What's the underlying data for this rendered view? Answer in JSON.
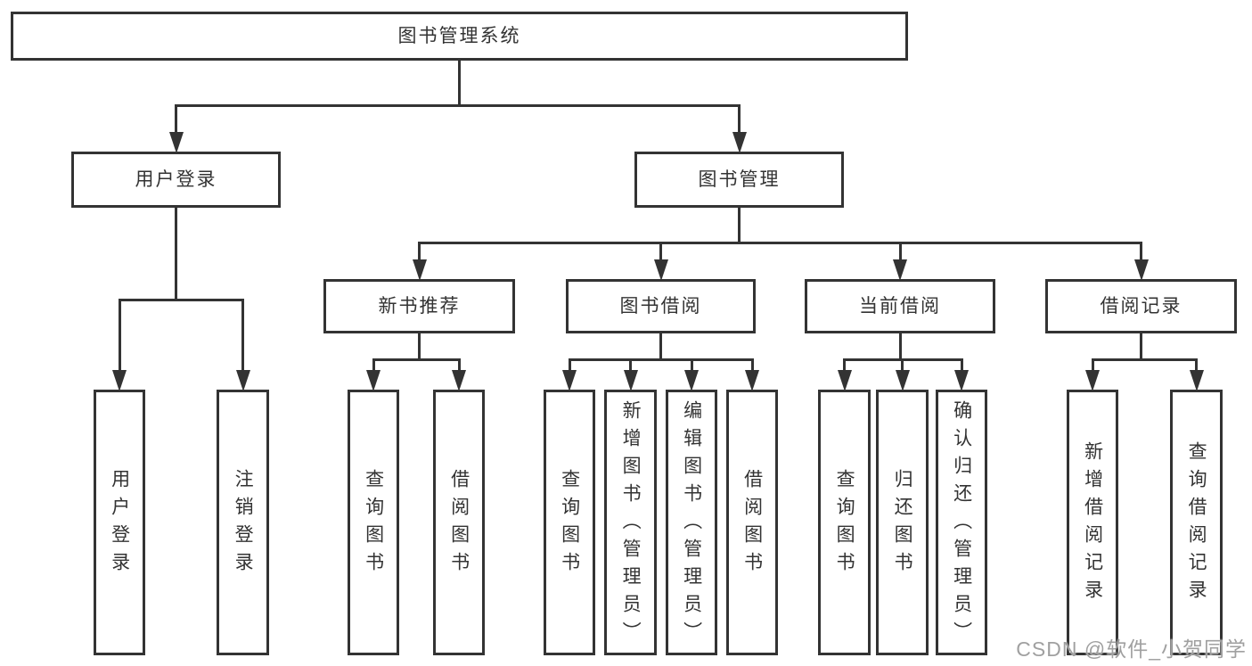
{
  "diagram": {
    "type": "hierarchy-tree",
    "nodes": [
      {
        "id": "root",
        "label": "图书管理系统",
        "level": 1,
        "parent": null,
        "orientation": "horizontal"
      },
      {
        "id": "user-login",
        "label": "用户登录",
        "level": 2,
        "parent": "root",
        "orientation": "horizontal"
      },
      {
        "id": "book-mgmt",
        "label": "图书管理",
        "level": 2,
        "parent": "root",
        "orientation": "horizontal"
      },
      {
        "id": "new-book-rec",
        "label": "新书推荐",
        "level": 3,
        "parent": "book-mgmt",
        "orientation": "horizontal"
      },
      {
        "id": "book-borrow",
        "label": "图书借阅",
        "level": 3,
        "parent": "book-mgmt",
        "orientation": "horizontal"
      },
      {
        "id": "current-borrow",
        "label": "当前借阅",
        "level": 3,
        "parent": "book-mgmt",
        "orientation": "horizontal"
      },
      {
        "id": "borrow-records",
        "label": "借阅记录",
        "level": 3,
        "parent": "book-mgmt",
        "orientation": "horizontal"
      },
      {
        "id": "login",
        "label": "用户登录",
        "level": 4,
        "parent": "user-login",
        "orientation": "vertical"
      },
      {
        "id": "logout",
        "label": "注销登录",
        "level": 4,
        "parent": "user-login",
        "orientation": "vertical"
      },
      {
        "id": "rec-query-book",
        "label": "查询图书",
        "level": 4,
        "parent": "new-book-rec",
        "orientation": "vertical"
      },
      {
        "id": "rec-borrow-book",
        "label": "借阅图书",
        "level": 4,
        "parent": "new-book-rec",
        "orientation": "vertical"
      },
      {
        "id": "bb-query-book",
        "label": "查询图书",
        "level": 4,
        "parent": "book-borrow",
        "orientation": "vertical"
      },
      {
        "id": "bb-add-book",
        "label": "新增图书（管理员）",
        "level": 4,
        "parent": "book-borrow",
        "orientation": "vertical"
      },
      {
        "id": "bb-edit-book",
        "label": "编辑图书（管理员）",
        "level": 4,
        "parent": "book-borrow",
        "orientation": "vertical"
      },
      {
        "id": "bb-borrow-book",
        "label": "借阅图书",
        "level": 4,
        "parent": "book-borrow",
        "orientation": "vertical"
      },
      {
        "id": "cb-query-book",
        "label": "查询图书",
        "level": 4,
        "parent": "current-borrow",
        "orientation": "vertical"
      },
      {
        "id": "cb-return-book",
        "label": "归还图书",
        "level": 4,
        "parent": "current-borrow",
        "orientation": "vertical"
      },
      {
        "id": "cb-confirm-return",
        "label": "确认归还（管理员）",
        "level": 4,
        "parent": "current-borrow",
        "orientation": "vertical"
      },
      {
        "id": "br-add-record",
        "label": "新增借阅记录",
        "level": 4,
        "parent": "borrow-records",
        "orientation": "vertical"
      },
      {
        "id": "br-query-record",
        "label": "查询借阅记录",
        "level": 4,
        "parent": "borrow-records",
        "orientation": "vertical"
      }
    ],
    "colors": {
      "line": "#333333",
      "box_border": "#333333",
      "box_fill": "#ffffff",
      "text": "#333333",
      "watermark": "#a0a0a0",
      "background": "#ffffff"
    }
  },
  "watermark": {
    "text": "CSDN @软件_小贺同学"
  }
}
